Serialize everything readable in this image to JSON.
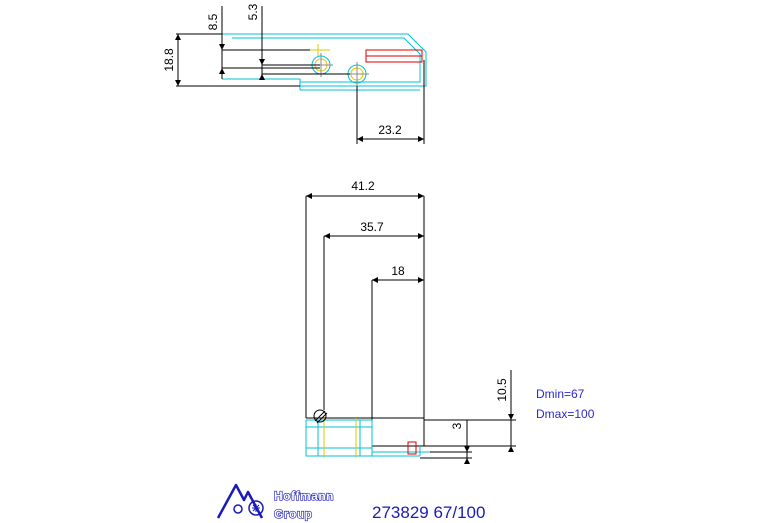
{
  "dimensions": {
    "top_view": {
      "d1": "8.5",
      "d2": "5.3",
      "d3": "18.8",
      "d4": "23.2"
    },
    "front_view": {
      "d1": "41.2",
      "d2": "35.7",
      "d3": "18",
      "d4": "10.5",
      "d5": "3"
    }
  },
  "notes": {
    "dmin": "Dmin=67",
    "dmax": "Dmax=100"
  },
  "footer": {
    "brand_line1": "Hoffmann",
    "brand_line2": "Group",
    "part_number": "273829 67/100"
  },
  "colors": {
    "outline": "#00c0d8",
    "accent": "#e00000",
    "centerline": "#e0c800",
    "dimension": "#000000",
    "note_text": "#2a2ad0",
    "brand": "#1a1ab8"
  }
}
